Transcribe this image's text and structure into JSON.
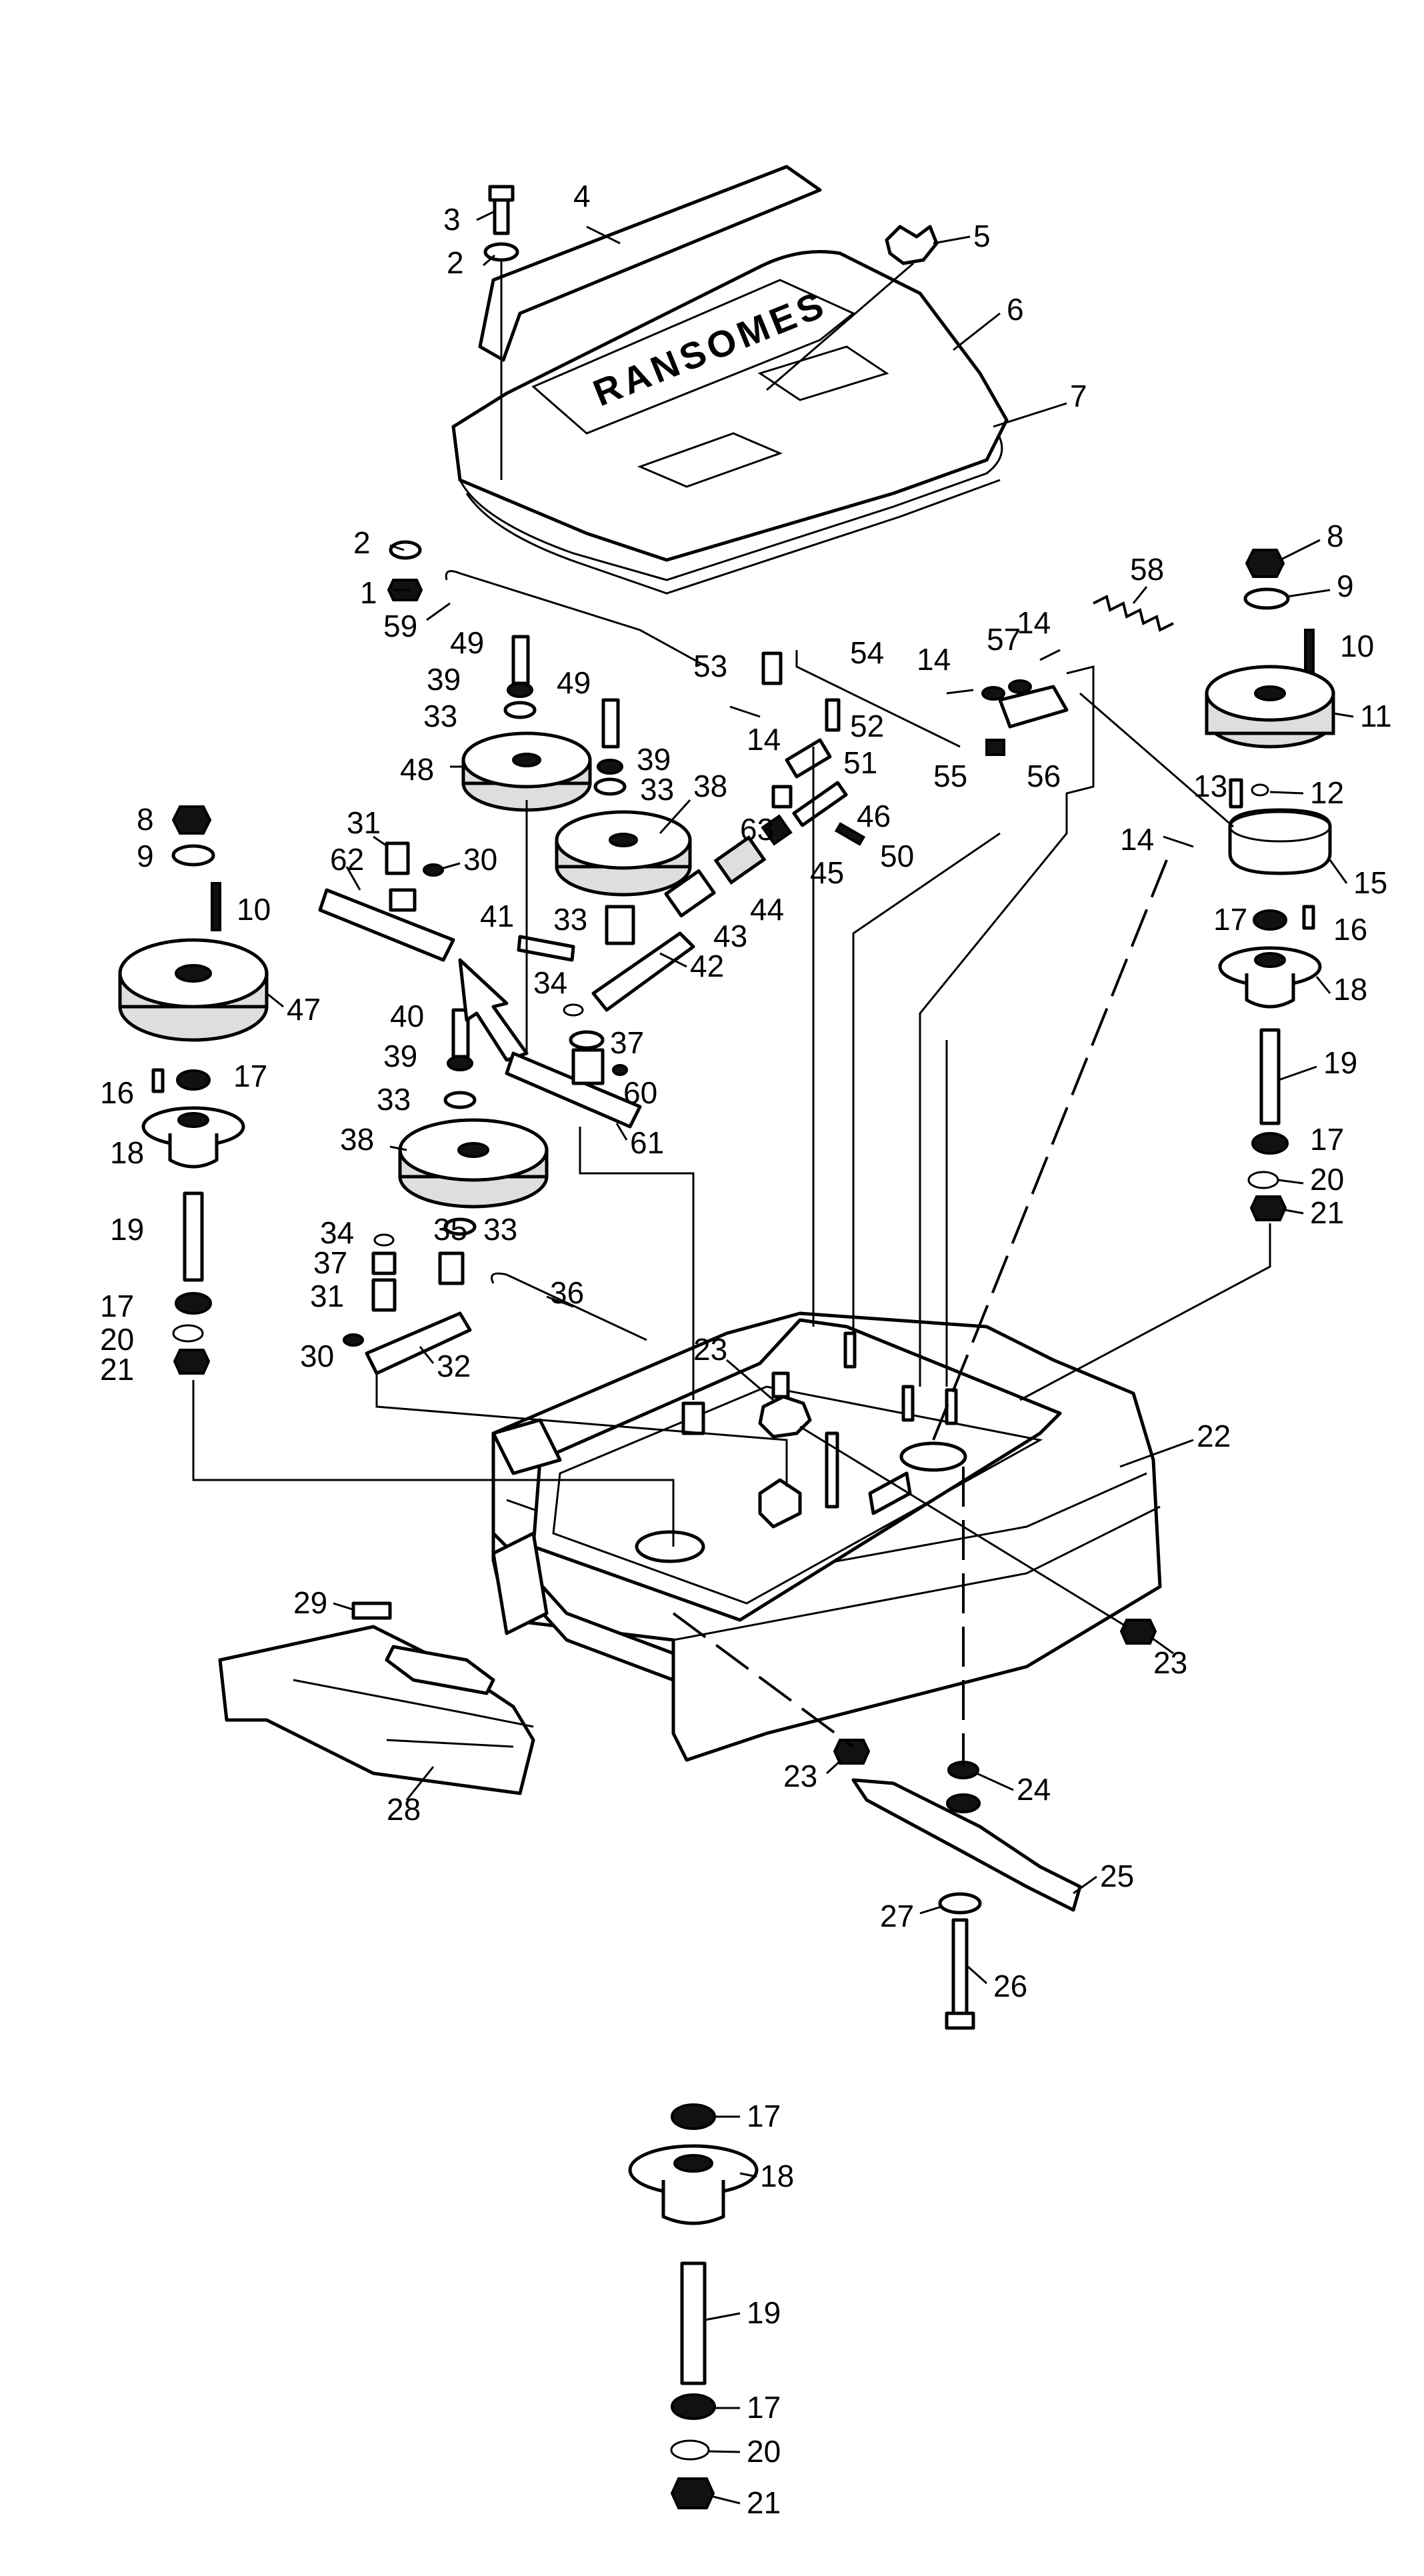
{
  "diagram": {
    "brand_text": "RANSOMES",
    "callouts": [
      "1",
      "2",
      "3",
      "4",
      "5",
      "6",
      "7",
      "8",
      "9",
      "10",
      "11",
      "12",
      "13",
      "14",
      "15",
      "16",
      "17",
      "18",
      "19",
      "20",
      "21",
      "22",
      "23",
      "24",
      "25",
      "26",
      "27",
      "28",
      "29",
      "30",
      "31",
      "32",
      "33",
      "34",
      "35",
      "36",
      "37",
      "38",
      "39",
      "40",
      "41",
      "42",
      "43",
      "44",
      "45",
      "46",
      "47",
      "48",
      "49",
      "50",
      "51",
      "52",
      "53",
      "54",
      "55",
      "56",
      "57",
      "58",
      "59",
      "60",
      "61",
      "62",
      "63"
    ]
  }
}
